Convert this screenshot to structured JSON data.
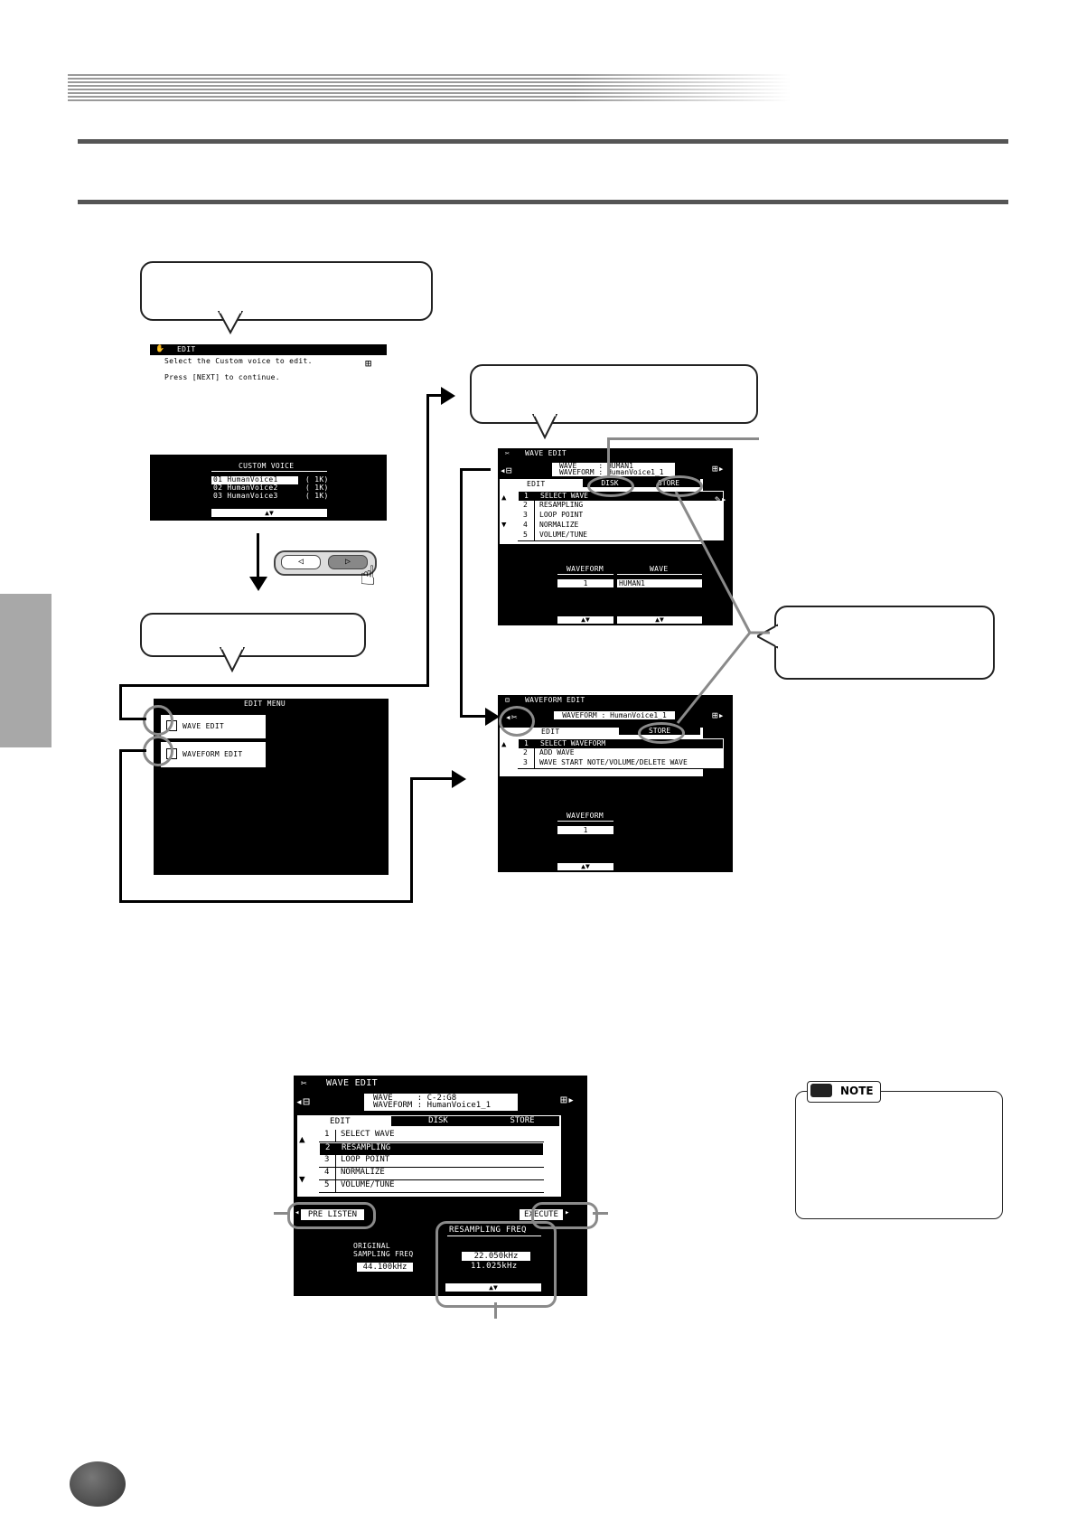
{
  "screen_a": {
    "title": "EDIT",
    "line1": "Select the Custom voice to edit.",
    "line2": "Press [NEXT] to continue.",
    "list_header": "CUSTOM VOICE",
    "items": [
      {
        "name": "01 HumanVoice1",
        "size": "( 1K)"
      },
      {
        "name": "02 HumanVoice2",
        "size": "( 1K)"
      },
      {
        "name": "03 HumanVoice3",
        "size": "( 1K)"
      }
    ],
    "scroll": "▲▼"
  },
  "screen_b": {
    "title": "EDIT MENU",
    "item1": "WAVE EDIT",
    "item2": "WAVEFORM EDIT"
  },
  "screen_c": {
    "title": "WAVE EDIT",
    "wave_line": "WAVE     : HUMAN1",
    "waveform_line": "WAVEFORM : HumanVoice1_1",
    "tabs": [
      "EDIT",
      "DISK",
      "STORE"
    ],
    "menu": [
      {
        "n": "1",
        "label": "SELECT WAVE"
      },
      {
        "n": "2",
        "label": "RESAMPLING"
      },
      {
        "n": "3",
        "label": "LOOP POINT"
      },
      {
        "n": "4",
        "label": "NORMALIZE"
      },
      {
        "n": "5",
        "label": "VOLUME/TUNE"
      }
    ],
    "waveform_label": "WAVEFORM",
    "waveform_value": "1",
    "wave_label": "WAVE",
    "wave_value": "HUMAN1",
    "scroll": "▲▼"
  },
  "screen_d": {
    "title": "WAVEFORM EDIT",
    "waveform_line": "WAVEFORM : HumanVoice1_1",
    "tabs": [
      "EDIT",
      "STORE"
    ],
    "menu": [
      {
        "n": "1",
        "label": "SELECT WAVEFORM"
      },
      {
        "n": "2",
        "label": "ADD WAVE"
      },
      {
        "n": "3",
        "label": "WAVE START NOTE/VOLUME/DELETE WAVE"
      }
    ],
    "waveform_label": "WAVEFORM",
    "waveform_value": "1",
    "scroll": "▲▼"
  },
  "screen_e": {
    "title": "WAVE EDIT",
    "wave_line": "WAVE     : C-2:G8",
    "waveform_line": "WAVEFORM : HumanVoice1_1",
    "tabs": [
      "EDIT",
      "DISK",
      "STORE"
    ],
    "menu": [
      {
        "n": "1",
        "label": "SELECT WAVE"
      },
      {
        "n": "2",
        "label": "RESAMPLING"
      },
      {
        "n": "3",
        "label": "LOOP POINT"
      },
      {
        "n": "4",
        "label": "NORMALIZE"
      },
      {
        "n": "5",
        "label": "VOLUME/TUNE"
      }
    ],
    "pre_listen": "PRE LISTEN",
    "execute": "EXECUTE",
    "orig_label_1": "ORIGINAL",
    "orig_label_2": "SAMPLING FREQ",
    "orig_value": "44.100kHz",
    "resampling_label": "RESAMPLING FREQ",
    "freq_selected": "22.050kHz",
    "freq_other": "11.025kHz",
    "scroll": "▲▼"
  },
  "note": {
    "label": "NOTE"
  }
}
